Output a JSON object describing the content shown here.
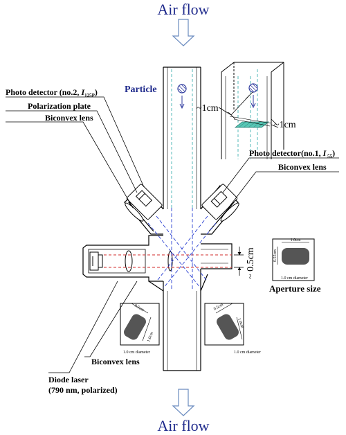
{
  "colors": {
    "title": "#1f2a8c",
    "particle": "#2e3a9e",
    "dashed_blue": "#2a3fd1",
    "dashed_red": "#d12a2a",
    "dashed_teal": "#2aa8a8",
    "sensor_plate": "#58c7b5",
    "aperture_fill": "#555555"
  },
  "titles": {
    "air_flow_top": "Air flow",
    "air_flow_bottom": "Air flow",
    "particle": "Particle"
  },
  "labels": {
    "photo_detector_2_prefix": "Photo detector (no.2, ",
    "photo_detector_2_symbol": "I",
    "photo_detector_2_sub": "125P",
    "photo_detector_2_suffix": ")",
    "polarization_plate": "Polarization plate",
    "biconvex_lens_left": "Biconvex lens",
    "photo_detector_1_prefix": "Photo detector(no.1, ",
    "photo_detector_1_symbol": "I",
    "photo_detector_1_sub": " 55",
    "photo_detector_1_suffix": ")",
    "biconvex_lens_right": "Biconvex lens",
    "biconvex_lens_bottom": "Biconvex lens",
    "diode_laser_line1": "Diode laser",
    "diode_laser_line2": "(790  nm, polarized)",
    "aperture_size": "Aperture size"
  },
  "dimensions": {
    "inset_width": "~1cm",
    "inset_depth": "~1cm",
    "beam_height": "~ 0.5cm",
    "aperture_w": "1.0cm",
    "aperture_h": "0.55cm",
    "aperture_diam": "1.0  cm diameter",
    "lower_left_w": "0.5cm",
    "lower_left_h": "1.0cm",
    "lower_left_diam": "1.0  cm diameter",
    "lower_right_w": "0.5cm",
    "lower_right_h": "1.0cm",
    "lower_right_diam": "1.0  cm diameter"
  },
  "icons": [
    "down-arrow-icon",
    "particle-icon",
    "laser-icon",
    "lens-icon",
    "detector-icon"
  ]
}
